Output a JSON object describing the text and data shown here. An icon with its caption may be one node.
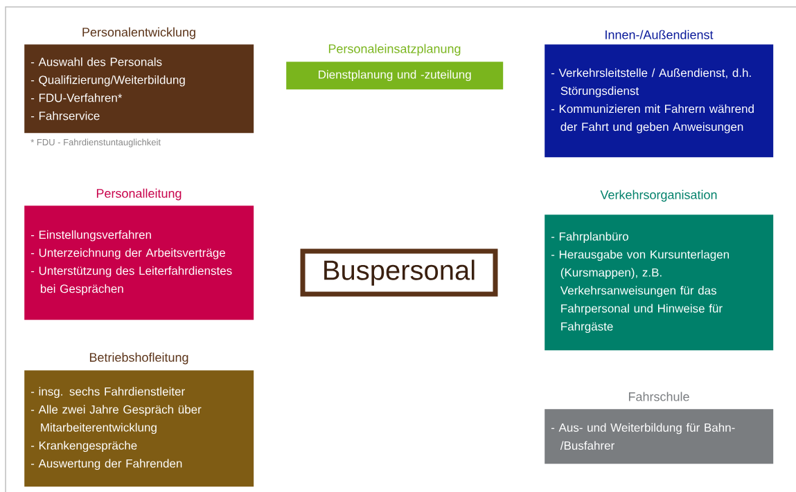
{
  "diagram": {
    "nodes": [
      {
        "text": [
          "Personalentwicklung",
          "- Auswahl des Personals",
          "- Qualifizierung/Weiterbildung",
          "- FDU-Verfahren*",
          "- Fahrservice"
        ],
        "beside": [
          "* FDU - Fahrdienstuntauglichkeit"
        ]
      },
      {
        "text": [
          "Personaleinsatzplanung",
          "Dienstplanung und -zuteilung"
        ]
      },
      {
        "text": [
          "Innen-/Außendienst",
          "- Verkehrsleitstelle / Außendienst, d.h. Störungsdienst",
          "- Kommunizieren mit Fahrern während der Fahrt und geben Anweisungen"
        ]
      },
      {
        "text": [
          "Personalleitung",
          "- Einstellungsverfahren",
          "- Unterzeichnung der Arbeitsverträge",
          "- Unterstützung des Leiterfahrdienstes bei Gesprächen"
        ]
      },
      {
        "text": [
          "Buspersonal"
        ]
      },
      {
        "text": [
          "Verkehrsorganisation",
          "- Fahrplanbüro",
          "- Herausgabe von Kursunterlagen (Kursmappen), z.B. Verkehrsanweisungen für das Fahrpersonal und Hinweise für Fahrgäste"
        ]
      },
      {
        "text": [
          "Betriebshofleitung",
          "- insg. sechs Fahrdienstleiter",
          "- Alle zwei Jahre Gespräch über Mitarbeiterentwicklung",
          "- Krankengespräche",
          "- Auswertung der Fahrenden"
        ]
      },
      {
        "text": [
          "Fahrschule",
          "- Aus- und Weiterbildung für Bahn-/Busfahrer"
        ]
      }
    ]
  }
}
